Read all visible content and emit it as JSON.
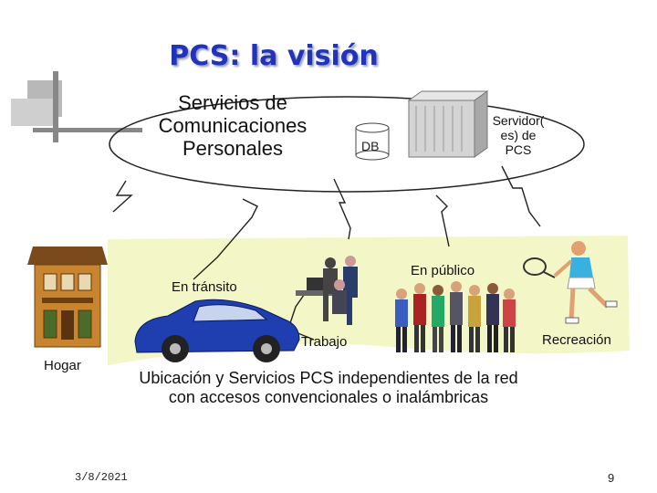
{
  "slide": {
    "title": "PCS: la visión",
    "pcs_label": [
      "Servicios de",
      "Comunicaciones",
      "Personales"
    ],
    "server_label": [
      "Servidor(",
      "es) de",
      "PCS"
    ],
    "db_label": "DB",
    "labels": {
      "en_transito": "En tránsito",
      "en_publico": "En público",
      "trabajo": "Trabajo",
      "recreacion": "Recreación",
      "hogar": "Hogar"
    },
    "caption": [
      "Ubicación y Servicios PCS independientes de la red",
      "con accesos convencionales o inalámbricas"
    ],
    "footer": {
      "date": "3/8/2021",
      "page": "9"
    }
  },
  "colors": {
    "title": "#2233bb",
    "band": "#f3f7c8",
    "car": "#1f3fb0",
    "house": "#c9842f"
  },
  "icons": [
    "server-icon",
    "database-icon",
    "house-icon",
    "car-icon",
    "office-workers-icon",
    "crowd-icon",
    "tennis-player-icon",
    "corner-bracket-icon"
  ]
}
